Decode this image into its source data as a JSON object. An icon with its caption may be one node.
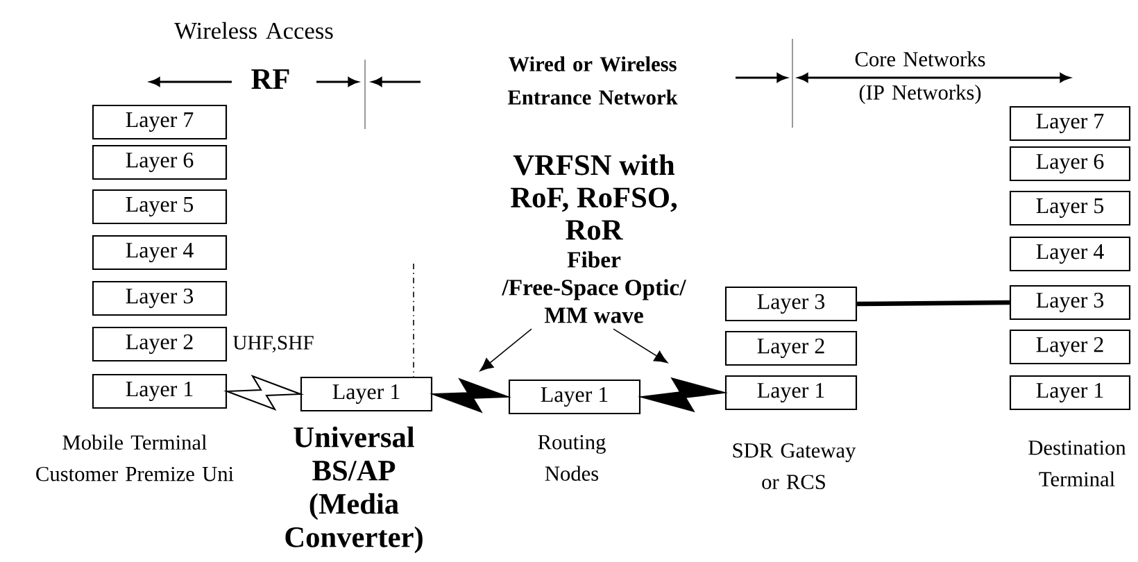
{
  "diagram": {
    "nodes": [
      {
        "text": [
          "Layer 7"
        ]
      },
      {
        "text": [
          "Layer 6"
        ]
      },
      {
        "text": [
          "Layer 5"
        ]
      },
      {
        "text": [
          "Layer 4"
        ]
      },
      {
        "text": [
          "Layer 3"
        ]
      },
      {
        "text": [
          "Layer 2"
        ]
      },
      {
        "text": [
          "Layer 1"
        ],
        "beside": [
          "Mobile Terminal Customer Premize Uni"
        ]
      },
      {
        "text": [
          "VRFSN with RoF, RoFSO, RoR",
          "Fiber /Free-Space Optic/ MM wave"
        ]
      },
      {
        "text": [
          "Layer 7"
        ]
      },
      {
        "text": [
          "Layer 6"
        ]
      },
      {
        "text": [
          "Layer 5"
        ]
      },
      {
        "text": [
          "Layer 4"
        ]
      },
      {
        "text": [
          "Layer 3"
        ]
      },
      {
        "text": [
          "Layer 2"
        ]
      },
      {
        "text": [
          "Layer 1"
        ],
        "beside": [
          "Destination Terminal"
        ]
      },
      {
        "text": [
          "Layer 1"
        ],
        "beside": [
          "Universal BS/AP (Media Converter)"
        ]
      },
      {
        "text": [
          "Layer 1"
        ],
        "beside": [
          "Routing Nodes"
        ]
      },
      {
        "text": [
          "Layer 3"
        ]
      },
      {
        "text": [
          "Layer 2"
        ]
      },
      {
        "text": [
          "Layer 1"
        ],
        "beside": [
          "SDR Gateway or RCS"
        ]
      }
    ],
    "edges": [
      {
        "from": 6,
        "to": 15,
        "arrow": "none"
      },
      {
        "from": 15,
        "to": 16,
        "arrow": "none",
        "style": "thick"
      },
      {
        "from": 16,
        "to": 19,
        "arrow": "none",
        "style": "thick"
      },
      {
        "from": 17,
        "to": 12,
        "arrow": "none",
        "style": "thick"
      },
      {
        "from": 7,
        "to": null,
        "arrow": "to"
      },
      {
        "from": 7,
        "to": null,
        "arrow": "to"
      }
    ],
    "labels": [
      "Wireless Access",
      "RF",
      "Wired or Wireless Entrance Network",
      "Core Networks (IP Networks)",
      "UHF,SHF"
    ]
  }
}
